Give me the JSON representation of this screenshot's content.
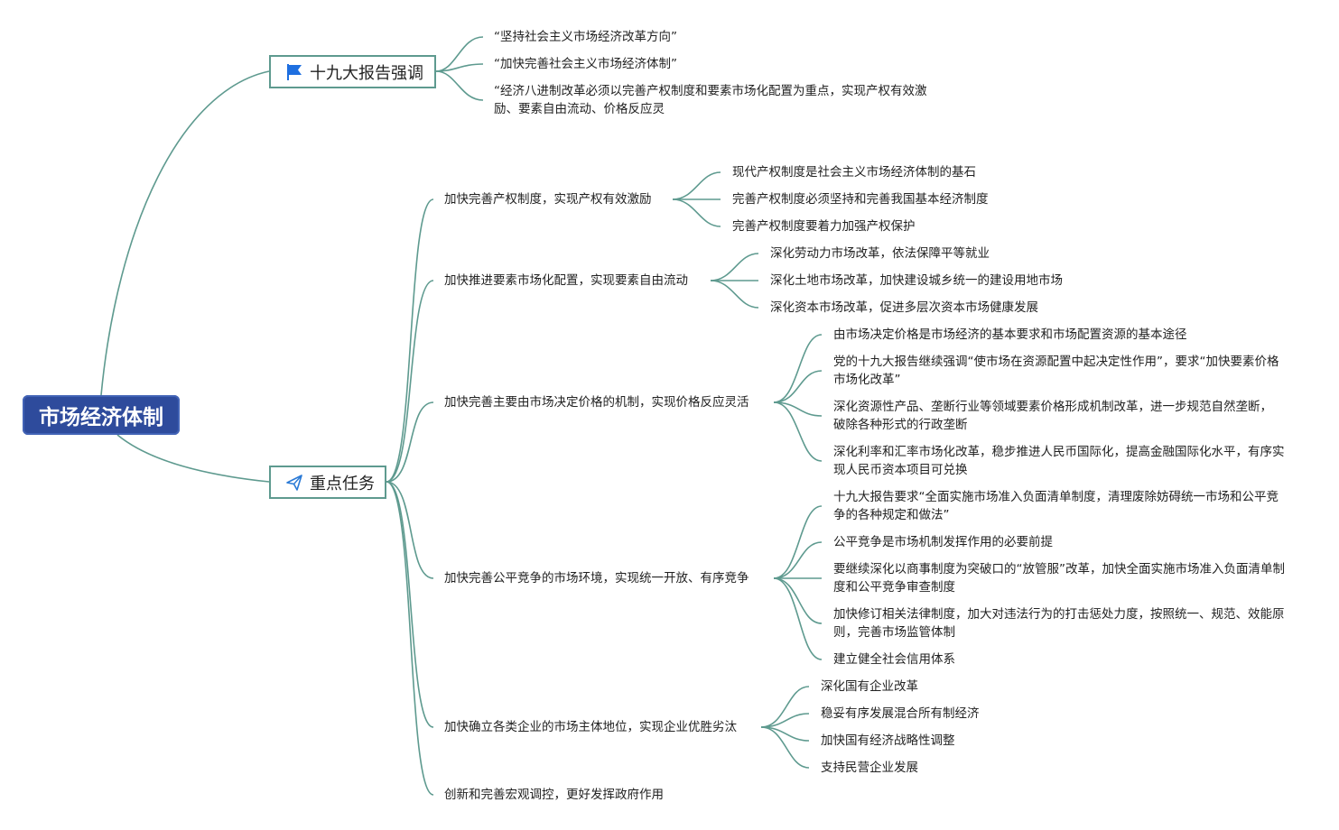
{
  "root": {
    "label": "市场经济体制"
  },
  "colors": {
    "root_bg": "#2e4b9c",
    "line": "#5e9a8f",
    "flag": "#1e6fe0"
  },
  "branches": [
    {
      "label": "十九大报告强调",
      "icon": "flag-icon",
      "children": [
        "“坚持社会主义市场经济改革方向”",
        "“加快完善社会主义市场经济体制”",
        "“经济八进制改革必须以完善产权制度和要素市场化配置为重点，实现产权有效激励、要素自由流动、价格反应灵"
      ]
    },
    {
      "label": "重点任务",
      "icon": "paper-plane-icon",
      "topics": [
        {
          "label": "加快完善产权制度，实现产权有效激励",
          "children": [
            "现代产权制度是社会主义市场经济体制的基石",
            "完善产权制度必须坚持和完善我国基本经济制度",
            "完善产权制度要着力加强产权保护"
          ]
        },
        {
          "label": "加快推进要素市场化配置，实现要素自由流动",
          "children": [
            "深化劳动力市场改革，依法保障平等就业",
            "深化土地市场改革，加快建设城乡统一的建设用地市场",
            "深化资本市场改革，促进多层次资本市场健康发展"
          ]
        },
        {
          "label": "加快完善主要由市场决定价格的机制，实现价格反应灵活",
          "children": [
            "由市场决定价格是市场经济的基本要求和市场配置资源的基本途径",
            "党的十九大报告继续强调“使市场在资源配置中起决定性作用”，要求“加快要素价格市场化改革”",
            "深化资源性产品、垄断行业等领域要素价格形成机制改革，进一步规范自然垄断，破除各种形式的行政垄断",
            "深化利率和汇率市场化改革，稳步推进人民币国际化，提高金融国际化水平，有序实现人民币资本项目可兑换"
          ]
        },
        {
          "label": "加快完善公平竞争的市场环境，实现统一开放、有序竞争",
          "children": [
            "十九大报告要求“全面实施市场准入负面清单制度，清理废除妨碍统一市场和公平竞争的各种规定和做法”",
            "公平竞争是市场机制发挥作用的必要前提",
            "要继续深化以商事制度为突破口的“放管服”改革，加快全面实施市场准入负面清单制度和公平竞争审查制度",
            "加快修订相关法律制度，加大对违法行为的打击惩处力度，按照统一、规范、效能原则，完善市场监管体制",
            "建立健全社会信用体系"
          ]
        },
        {
          "label": "加快确立各类企业的市场主体地位，实现企业优胜劣汰",
          "children": [
            "深化国有企业改革",
            "稳妥有序发展混合所有制经济",
            "加快国有经济战略性调整",
            "支持民营企业发展"
          ]
        },
        {
          "label": "创新和完善宏观调控，更好发挥政府作用",
          "children": []
        }
      ]
    }
  ]
}
